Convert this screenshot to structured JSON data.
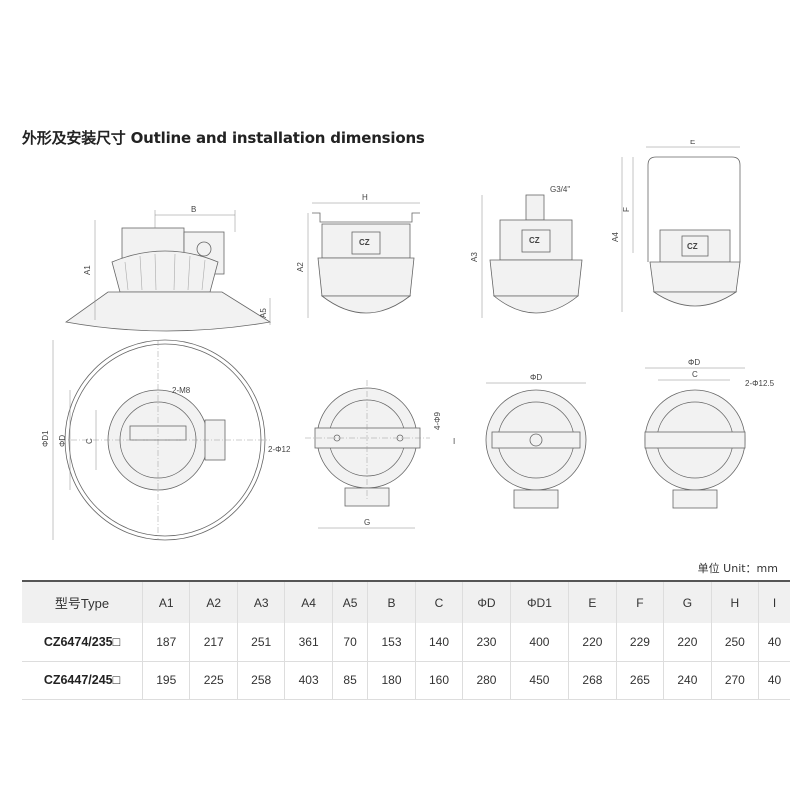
{
  "title": "外形及安装尺寸 Outline and installation dimensions",
  "drawing_labels": {
    "B": "B",
    "A1": "A1",
    "A5": "A5",
    "H": "H",
    "A2": "A2",
    "G34": "G3/4\"",
    "A3": "A3",
    "E": "E",
    "F": "F",
    "A4": "A4",
    "M8": "2-M8",
    "D1": "ΦD1",
    "D": "ΦD",
    "C": "C",
    "h9": "4-Φ9",
    "I": "I",
    "h12": "2-Φ12",
    "G": "G",
    "h125": "2-Φ12.5",
    "logo": "CZ"
  },
  "unit": "单位 Unit：mm",
  "table": {
    "headers": [
      "型号Type",
      "A1",
      "A2",
      "A3",
      "A4",
      "A5",
      "B",
      "C",
      "ΦD",
      "ΦD1",
      "E",
      "F",
      "G",
      "H",
      "I"
    ],
    "rows": [
      [
        "CZ6474/235□",
        "187",
        "217",
        "251",
        "361",
        "70",
        "153",
        "140",
        "230",
        "400",
        "220",
        "229",
        "220",
        "250",
        "40"
      ],
      [
        "CZ6447/245□",
        "195",
        "225",
        "258",
        "403",
        "85",
        "180",
        "160",
        "280",
        "450",
        "268",
        "265",
        "240",
        "270",
        "40"
      ]
    ]
  }
}
